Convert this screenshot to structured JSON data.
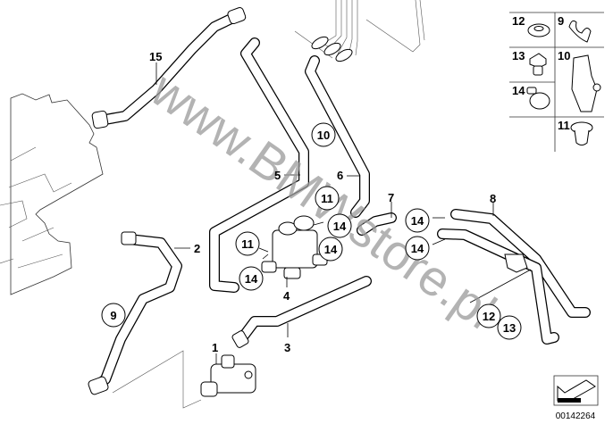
{
  "diagram": {
    "type": "parts-exploded-view",
    "subject": "Heater valve / coolant hose assembly",
    "watermark": "www.BMWstore.pl",
    "drawing_code": "00142264",
    "callouts_plain": [
      "15",
      "5",
      "6",
      "7",
      "8",
      "2",
      "4",
      "1",
      "3"
    ],
    "callouts_circled": [
      "10",
      "11",
      "11",
      "14",
      "14",
      "14",
      "14",
      "14",
      "9",
      "12",
      "13"
    ],
    "labels": {
      "p1": "1",
      "p2": "2",
      "p3": "3",
      "p4": "4",
      "p5": "5",
      "p6": "6",
      "p7": "7",
      "p8": "8",
      "p9": "9",
      "p10": "10",
      "p11a": "11",
      "p11b": "11",
      "p12": "12",
      "p13": "13",
      "p14a": "14",
      "p14b": "14",
      "p14c": "14",
      "p14d": "14",
      "p14e": "14",
      "p15": "15"
    },
    "legend_panel": {
      "items": [
        {
          "number": "12",
          "part": "grommet"
        },
        {
          "number": "9",
          "part": "hose-clip-double"
        },
        {
          "number": "13",
          "part": "hex-nut-collar"
        },
        {
          "number": "10",
          "part": "hose-holder-bracket"
        },
        {
          "number": "14",
          "part": "hose-clamp"
        },
        {
          "number": "11",
          "part": "rubber-mount"
        }
      ]
    }
  }
}
